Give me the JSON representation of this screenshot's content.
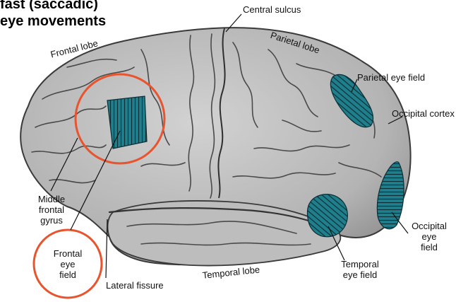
{
  "heading": {
    "line1": "fast (saccadic)",
    "line2": "eye movements"
  },
  "labels": {
    "central_sulcus": "Central sulcus",
    "frontal_lobe": "Frontal lobe",
    "parietal_lobe": "Parietal lobe",
    "parietal_eye_field": "Parietal eye field",
    "occipital_cortex": "Occipital cortex",
    "middle_frontal_gyrus": [
      "Middle",
      "frontal",
      "gyrus"
    ],
    "frontal_eye_field": [
      "Frontal",
      "eye",
      "field"
    ],
    "lateral_fissure": "Lateral fissure",
    "temporal_lobe": "Temporal lobe",
    "temporal_eye_field": [
      "Temporal",
      "eye field"
    ],
    "occipital_eye_field": [
      "Occipital",
      "eye",
      "field"
    ]
  },
  "colors": {
    "eye_field_fill": "#1f7f8c",
    "highlight_circle": "#e8542e",
    "brain_fill": "#b9b9b9",
    "brain_outline": "#3a3a3a"
  }
}
